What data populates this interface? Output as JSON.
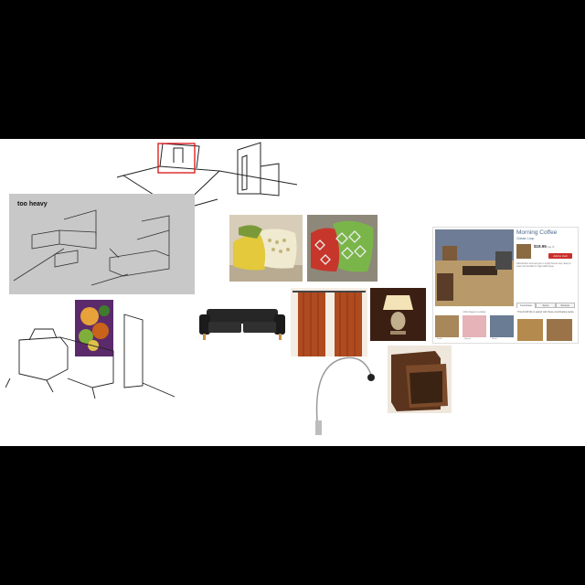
{
  "board": {
    "sketch_note": "too heavy"
  },
  "product": {
    "title": "Morning Coffee",
    "subtitle": "Classic Loop",
    "price": "$19.95",
    "price_sub": "/ sq. ft.",
    "add_to_cart": "Add to Cart",
    "description": "Natural fiber wool and jute in a tight boucle loop. Easy to clean and durable for high traffic areas.",
    "tabs": [
      "Coordinates",
      "Specs",
      "Reviews"
    ],
    "caption": "Click images to enlarge",
    "thumb_labels": [
      "Detail",
      "Swatch",
      "Room"
    ],
    "note": "This FLOR tile is paired with these coordinating styles"
  }
}
